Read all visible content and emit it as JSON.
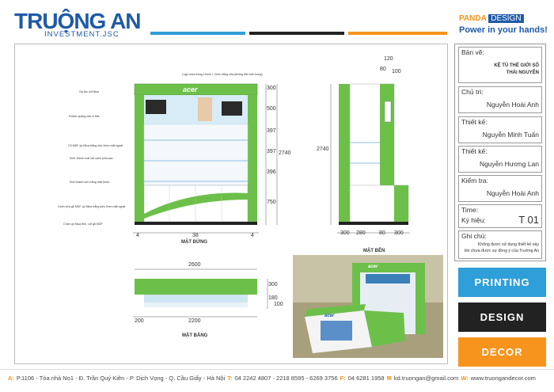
{
  "brand": {
    "logo_main": "TRUỘNG AN",
    "logo_sub": "INVESTMENT.JSC"
  },
  "panda": {
    "name": "PANDA",
    "design": "DESIGN",
    "slogan": "Power in your hands!"
  },
  "colors": {
    "blue": "#1f5aa8",
    "orange": "#f7941d",
    "dark": "#222222",
    "green": "#6cc04a",
    "light_blue": "#2e9fd8"
  },
  "info": {
    "ban_ve_label": "Bản vẽ:",
    "ban_ve_line1": "KỆ TỦ THẾ GIỚI SỐ",
    "ban_ve_line2": "THÁI NGUYÊN",
    "chu_tri_label": "Chủ trì:",
    "chu_tri": "Nguyễn Hoài Anh",
    "thiet_ke_label_1": "Thiết kế:",
    "thiet_ke_1": "Nguyễn Minh Tuấn",
    "thiet_ke_label_2": "Thiết kế:",
    "thiet_ke_2": "Nguyễn Hương Lan",
    "kiem_tra_label": "Kiểm tra:",
    "kiem_tra": "Nguyễn Hoài Anh",
    "time_label": "Time:",
    "ky_hieu_label": "Ký hiệu:",
    "ky_hieu": "T 01",
    "ghi_chu_label": "Ghi chú:",
    "ghi_chu_line1": "Không được sử dụng thiết kế này",
    "ghi_chu_line2": "khi chưa được sự đồng ý của Trường An"
  },
  "services": [
    "PRINTING",
    "DESIGN",
    "DECOR"
  ],
  "footer": {
    "address": "P.1106 - Tòa nhà No1 - Đ. Trần Quý Kiên - P. Dịch Vọng - Q. Cầu Giấy - Hà Nội",
    "phone": "04 2242 4807 - 2218 8595 - 6269 3756",
    "fax": "04 6281 1958",
    "email": "kd.truongan@gmail.com",
    "website": "www.truongandecor.com"
  },
  "drawing": {
    "front_caption": "MẶT ĐỨNG",
    "side_caption": "MẶT BÊN",
    "plan_caption": "MẶT BẰNG",
    "brand_text": "acer",
    "front_dims_right": [
      "300",
      "500",
      "397",
      "397",
      "396",
      "750"
    ],
    "front_total": "2740",
    "front_bottom": [
      "4",
      "38",
      "4"
    ],
    "side_top": [
      "120",
      "80",
      "100"
    ],
    "side_total": "2740",
    "side_bottom": [
      "300",
      "280",
      "80",
      "300"
    ],
    "plan_top": "2600",
    "plan_right": [
      "300",
      "180",
      "100"
    ],
    "plan_bottom": [
      "200",
      "2200"
    ],
    "annotations": [
      "Logo mica trong 10mm + 2mm trắng sữa (không đèn bên trong)",
      "Ốp Alu chỉ Mica",
      "Poster quảng cáo in Đài",
      "Cổ MDF ốp Mica trắng sữa 2mm mặt ngoài",
      "Kính 10mm mài vát cạnh phía sau",
      "Kính thanh sơn trắng mặt trước",
      "Cánh cửa gỗ MDF ốp Mica trắng sữa 2mm mặt ngoài",
      "Chân ốp Mica đen, cốt gỗ MDF"
    ]
  }
}
